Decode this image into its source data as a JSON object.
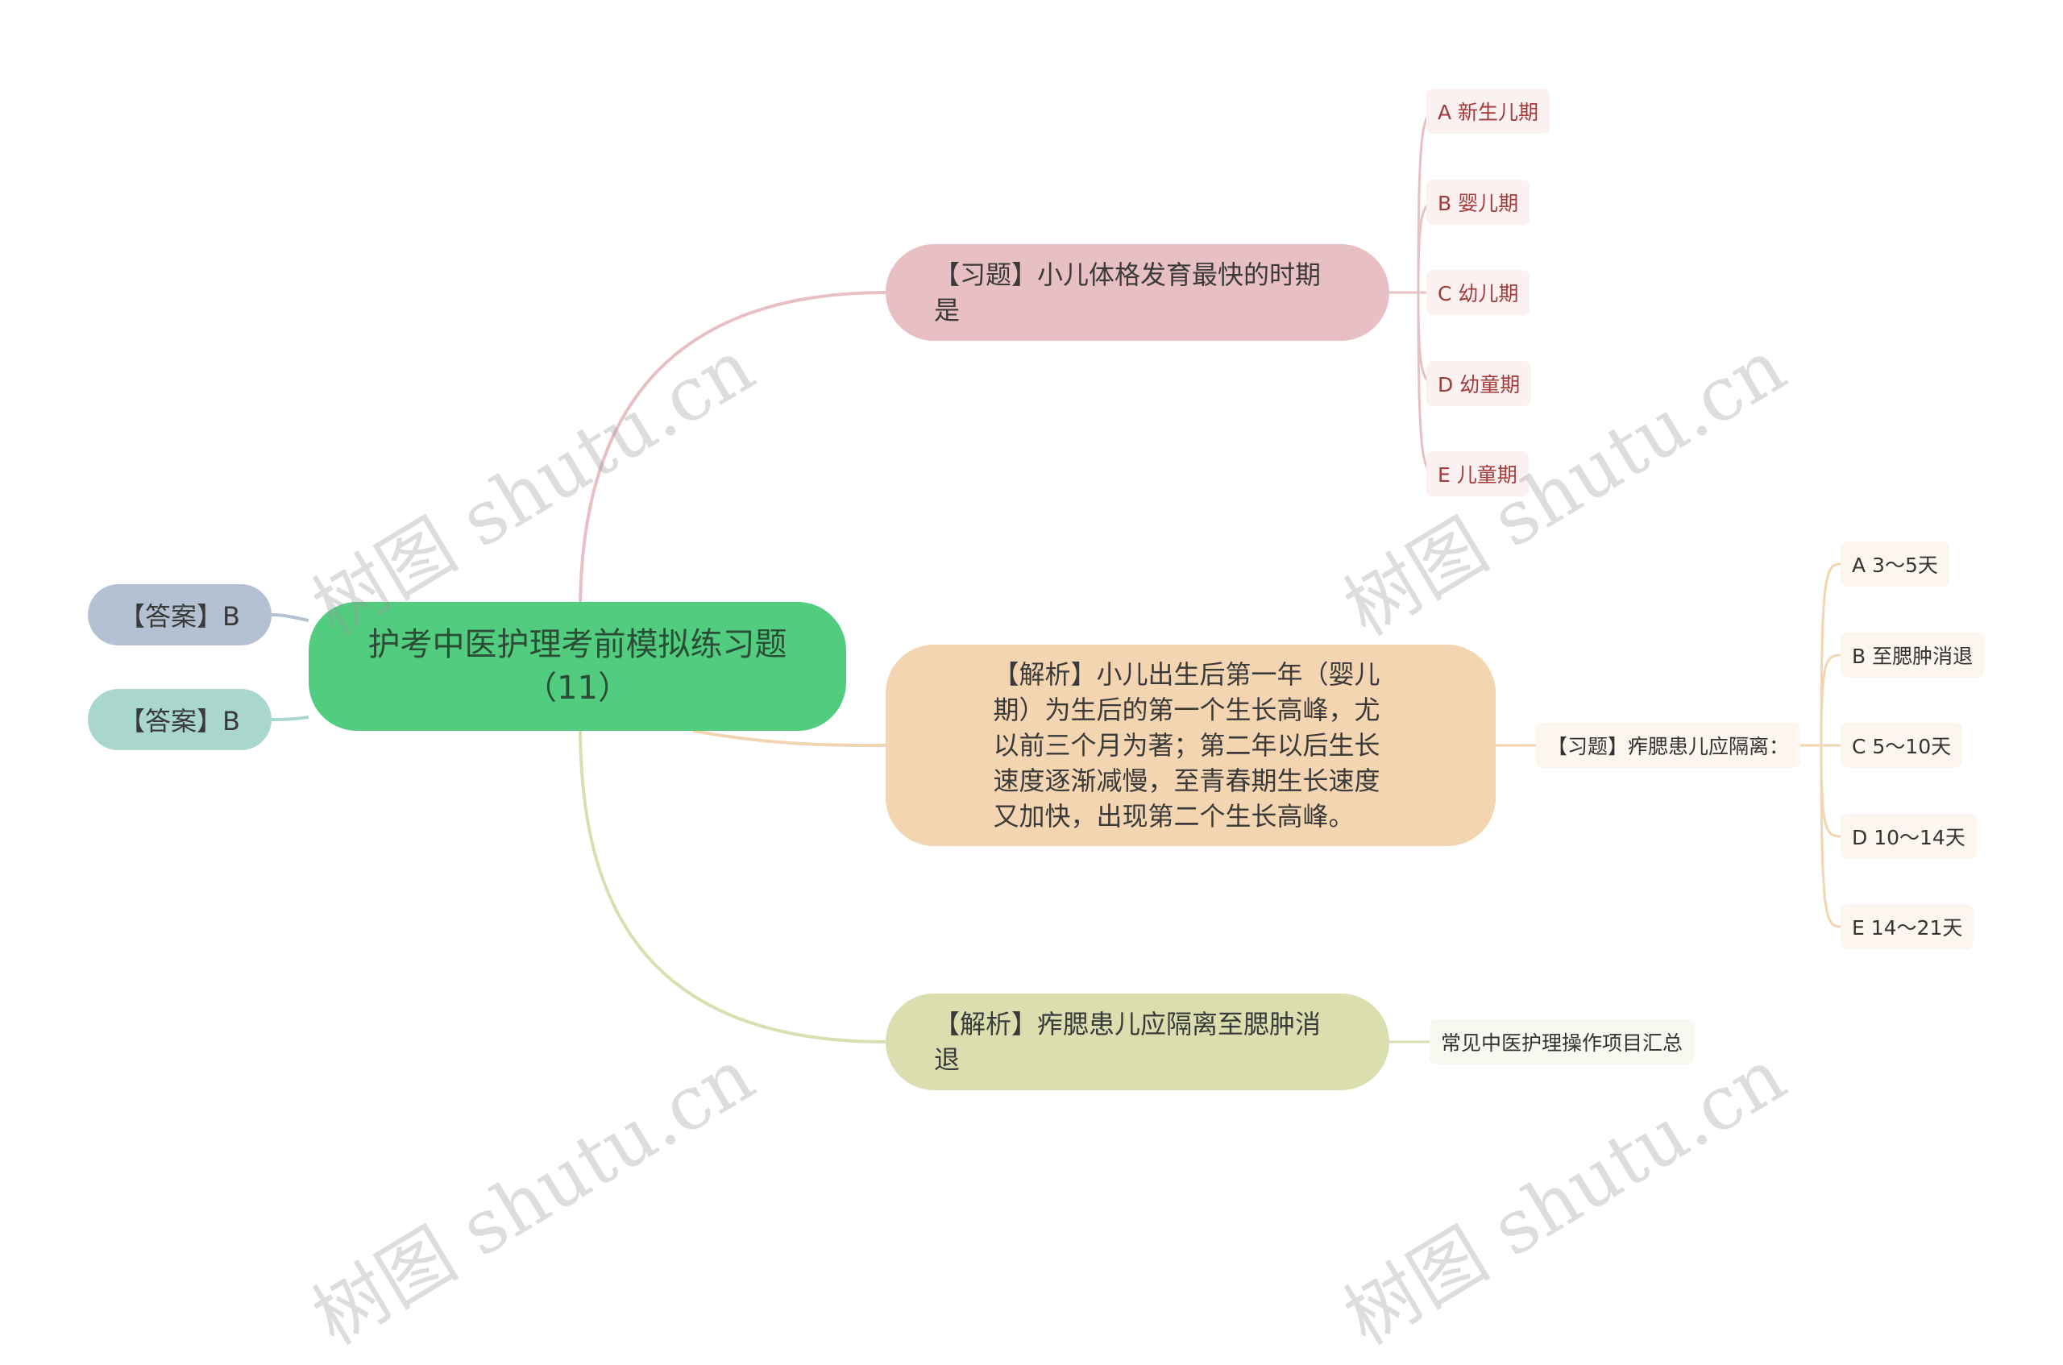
{
  "root": {
    "label": "护考中医护理考前模拟练习题（11）"
  },
  "answers": [
    {
      "label": "【答案】B"
    },
    {
      "label": "【答案】B"
    }
  ],
  "question1": {
    "label": "【习题】小儿体格发育最快的时期是",
    "options": [
      "A 新生儿期",
      "B 婴儿期",
      "C 幼儿期",
      "D 幼童期",
      "E 儿童期"
    ]
  },
  "explanation1": {
    "label": "【解析】小儿出生后第一年（婴儿期）为生后的第一个生长高峰，尤以前三个月为著；第二年以后生长速度逐渐减慢，至青春期生长速度又加快，出现第二个生长高峰。",
    "question2": {
      "label": "【习题】痄腮患儿应隔离：",
      "options": [
        "A 3～5天",
        "B 至腮肿消退",
        "C 5～10天",
        "D 10～14天",
        "E 14～21天"
      ]
    }
  },
  "explanation2": {
    "label": "【解析】痄腮患儿应隔离至腮肿消退",
    "child": {
      "label": "常见中医护理操作项目汇总"
    }
  },
  "watermark": {
    "text": "树图 shutu.cn"
  },
  "colors": {
    "root": "#52cd80",
    "answer1": "#b3c1d2",
    "answer2": "#a9d7cd",
    "question1": "#e8c0c3",
    "explanation1": "#f3d5b2",
    "explanation2": "#dbdfb0"
  }
}
